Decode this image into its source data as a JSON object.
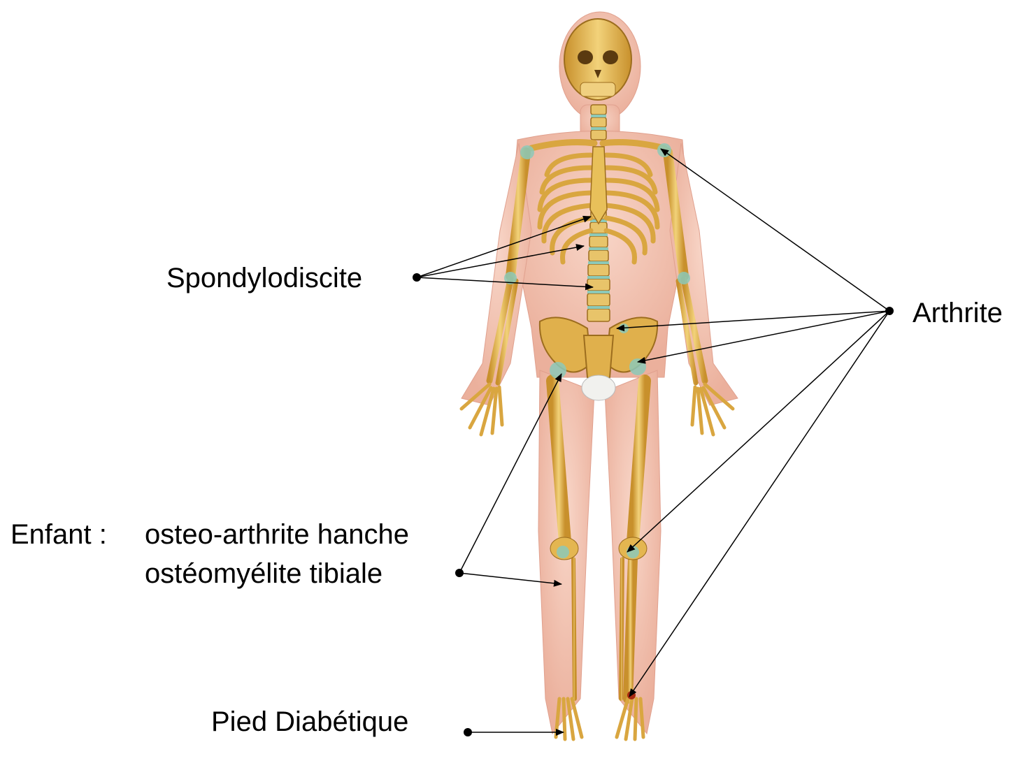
{
  "labels": {
    "spondylodiscite": "Spondylodiscite",
    "arthrite": "Arthrite",
    "enfant_prefix": "Enfant :",
    "enfant_line1": "osteo-arthrite hanche",
    "enfant_line2": "ostéomyélite tibiale",
    "pied": "Pied Diabétique"
  },
  "colors": {
    "background": "#ffffff",
    "text": "#000000",
    "bone": "#e6c060",
    "bone_dark": "#b8862a",
    "skin": "#f4c3b3",
    "joint": "#8cc9b8",
    "arrow": "#000000"
  }
}
